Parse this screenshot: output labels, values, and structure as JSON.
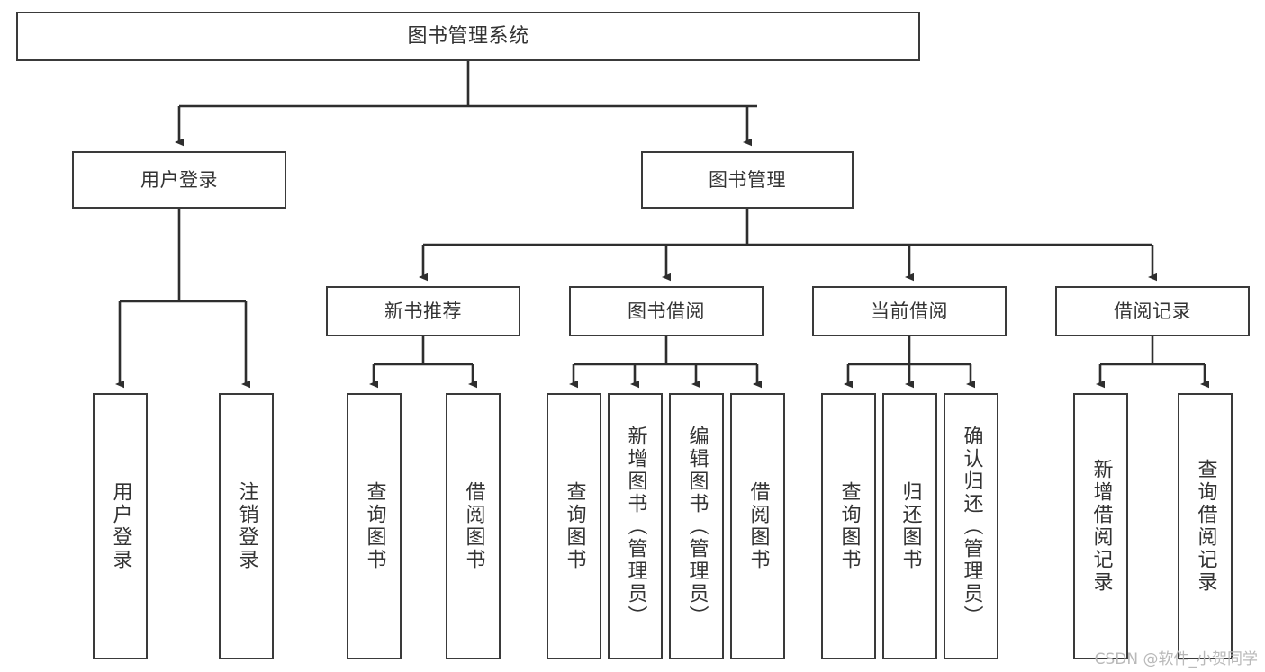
{
  "diagram": {
    "title": "图书管理系统",
    "root": {
      "label": "图书管理系统"
    },
    "level1": [
      {
        "label": "用户登录"
      },
      {
        "label": "图书管理"
      }
    ],
    "level2": [
      {
        "label": "新书推荐"
      },
      {
        "label": "图书借阅"
      },
      {
        "label": "当前借阅"
      },
      {
        "label": "借阅记录"
      }
    ],
    "leaves": {
      "user_login": [
        {
          "label": "用户登录"
        },
        {
          "label": "注销登录"
        }
      ],
      "new_book_recommend": [
        {
          "label": "查询图书"
        },
        {
          "label": "借阅图书"
        }
      ],
      "book_borrow": [
        {
          "label": "查询图书"
        },
        {
          "label": "新增图书（管理员）"
        },
        {
          "label": "编辑图书（管理员）"
        },
        {
          "label": "借阅图书"
        }
      ],
      "current_borrow": [
        {
          "label": "查询图书"
        },
        {
          "label": "归还图书"
        },
        {
          "label": "确认归还（管理员）"
        }
      ],
      "borrow_record": [
        {
          "label": "新增借阅记录"
        },
        {
          "label": "查询借阅记录"
        }
      ]
    },
    "watermark": "CSDN @软件_小贺同学",
    "colors": {
      "border": "#3a3a3a",
      "text": "#333333",
      "background": "#ffffff",
      "watermark": "#b9b9b9"
    }
  }
}
